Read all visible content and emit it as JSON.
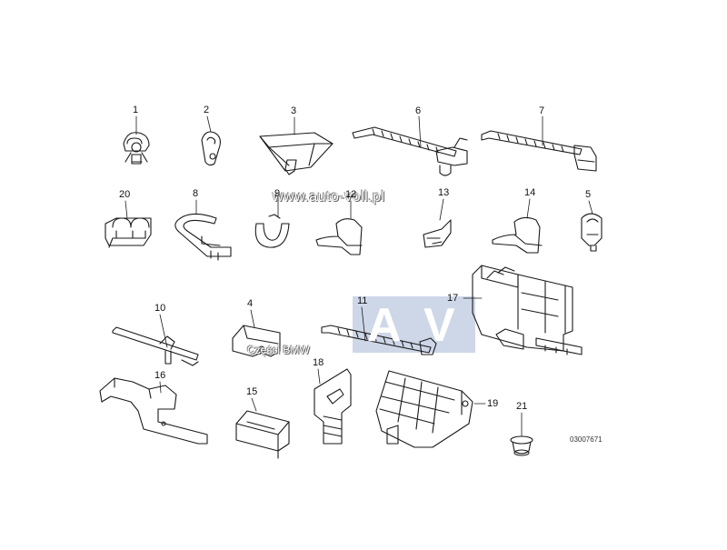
{
  "parts": [
    "1",
    "2",
    "3",
    "6",
    "7",
    "20",
    "8",
    "9",
    "12",
    "13",
    "14",
    "5",
    "10",
    "4",
    "11",
    "17",
    "16",
    "15",
    "18",
    "19",
    "21"
  ],
  "watermark": {
    "url": "www.auto-voll.pl",
    "logo_a": "A",
    "logo_v": "V",
    "subtitle": "Części BMW"
  },
  "document_id": "03007671",
  "colors": {
    "line": "#1a1a1a",
    "logo_bg": "#c9d3e6",
    "logo_text": "#ffffff",
    "paper": "#ffffff"
  }
}
